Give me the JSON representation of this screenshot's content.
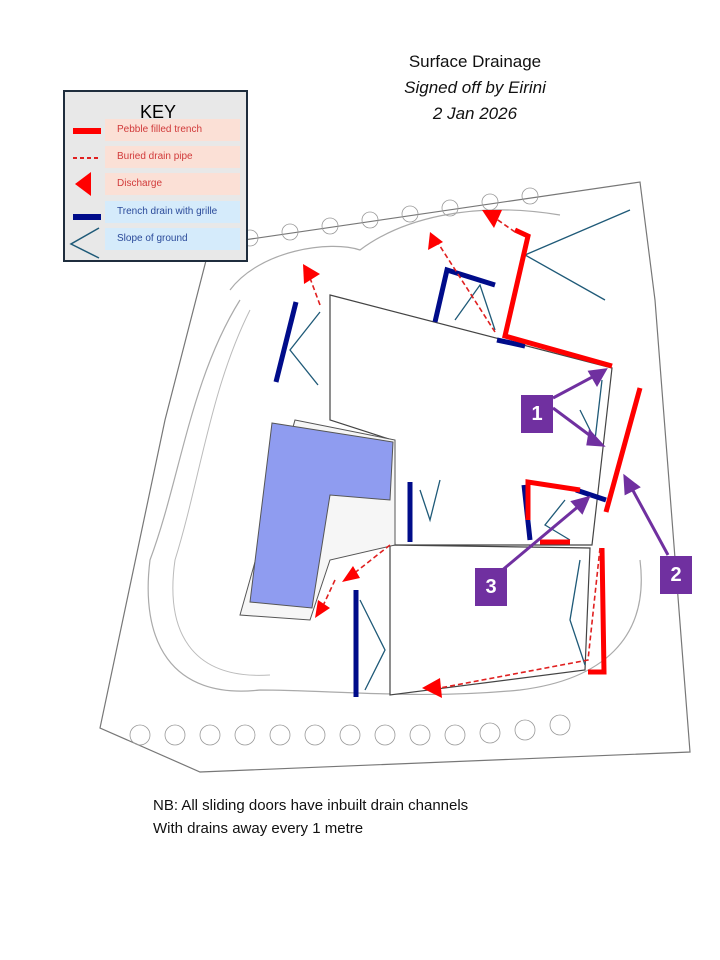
{
  "title": {
    "line1": "Surface Drainage",
    "line2": "Signed off by Eirini",
    "line3": "2 Jan 2026"
  },
  "key": {
    "title": "KEY",
    "items": [
      {
        "label": "Pebble filled trench",
        "icon": "red-thick-line"
      },
      {
        "label": "Buried drain pipe",
        "icon": "red-dashed-line"
      },
      {
        "label": "Discharge",
        "icon": "red-triangle"
      },
      {
        "label": "Trench drain with grille",
        "icon": "navy-thick-line"
      },
      {
        "label": "Slope of ground",
        "icon": "slope-chevron"
      }
    ]
  },
  "callouts": [
    "1",
    "2",
    "3"
  ],
  "notes": {
    "line1": "NB: All sliding doors have inbuilt drain channels",
    "line2": "With drains away every 1 metre"
  },
  "colors": {
    "trench": "#ff0000",
    "pipe": "#e02020",
    "grille": "#000c8a",
    "slope": "#1f5a78",
    "callout": "#7030a0",
    "pool": "#8f9cf0"
  }
}
